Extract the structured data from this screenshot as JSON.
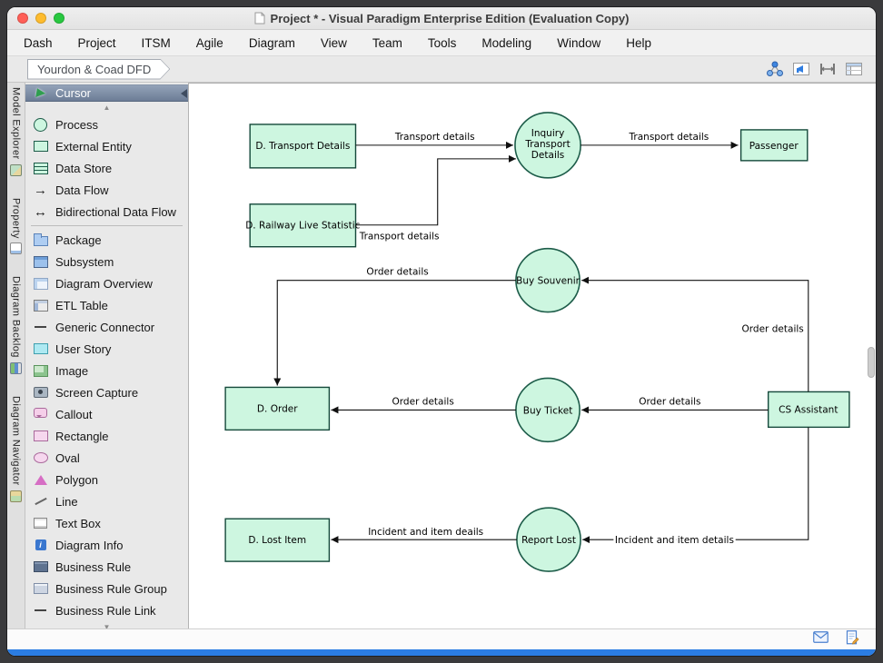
{
  "window": {
    "title": "Project * - Visual Paradigm Enterprise Edition (Evaluation Copy)"
  },
  "menu": {
    "items": [
      "Dash",
      "Project",
      "ITSM",
      "Agile",
      "Diagram",
      "View",
      "Team",
      "Tools",
      "Modeling",
      "Window",
      "Help"
    ]
  },
  "toolbar": {
    "breadcrumb": "Yourdon & Coad DFD",
    "icons": [
      "model-structure-icon",
      "announcement-panel-icon",
      "fit-width-icon",
      "table-panel-icon"
    ]
  },
  "side_tabs": [
    {
      "label": "Model Explorer",
      "icon": "model-explorer-icon"
    },
    {
      "label": "Property",
      "icon": "property-icon"
    },
    {
      "label": "Diagram Backlog",
      "icon": "diagram-backlog-icon"
    },
    {
      "label": "Diagram Navigator",
      "icon": "diagram-navigator-icon"
    }
  ],
  "palette": {
    "selected": "Cursor",
    "items": [
      {
        "key": "cursor",
        "label": "Cursor"
      },
      {
        "key": "process",
        "label": "Process"
      },
      {
        "key": "external-entity",
        "label": "External Entity"
      },
      {
        "key": "data-store",
        "label": "Data Store"
      },
      {
        "key": "data-flow",
        "label": "Data Flow"
      },
      {
        "key": "bidirectional-data-flow",
        "label": "Bidirectional Data Flow"
      },
      {
        "key": "package",
        "label": "Package"
      },
      {
        "key": "subsystem",
        "label": "Subsystem"
      },
      {
        "key": "diagram-overview",
        "label": "Diagram Overview"
      },
      {
        "key": "etl-table",
        "label": "ETL Table"
      },
      {
        "key": "generic-connector",
        "label": "Generic Connector"
      },
      {
        "key": "user-story",
        "label": "User Story"
      },
      {
        "key": "image",
        "label": "Image"
      },
      {
        "key": "screen-capture",
        "label": "Screen Capture"
      },
      {
        "key": "callout",
        "label": "Callout"
      },
      {
        "key": "rectangle",
        "label": "Rectangle"
      },
      {
        "key": "oval",
        "label": "Oval"
      },
      {
        "key": "polygon",
        "label": "Polygon"
      },
      {
        "key": "line",
        "label": "Line"
      },
      {
        "key": "text-box",
        "label": "Text Box"
      },
      {
        "key": "diagram-info",
        "label": "Diagram Info"
      },
      {
        "key": "business-rule",
        "label": "Business Rule"
      },
      {
        "key": "business-rule-group",
        "label": "Business Rule Group"
      },
      {
        "key": "business-rule-link",
        "label": "Business Rule Link"
      }
    ]
  },
  "diagram": {
    "nodes": {
      "transport_store": "D. Transport Details",
      "railway_store": "D. Railway Live Statistic",
      "inquiry": {
        "l1": "Inquiry",
        "l2": "Transport",
        "l3": "Details"
      },
      "passenger": "Passenger",
      "buy_souvenir": "Buy Souvenir",
      "order_store": "D. Order",
      "buy_ticket": "Buy Ticket",
      "cs_assistant": "CS Assistant",
      "report_lost": "Report Lost",
      "lost_item_store": "D. Lost Item"
    },
    "edges": {
      "transport_in": "Transport details",
      "transport_out": "Transport details",
      "railway": "Transport details",
      "souvenir_order": "Order details",
      "cs_souvenir": "Order details",
      "cs_ticket": "Order details",
      "ticket_order": "Order details",
      "cs_report": "Incident and item details",
      "report_lost_item": "Incident and item deails"
    }
  },
  "statusbar": {
    "icons": [
      "mail-icon",
      "note-edit-icon"
    ]
  },
  "colors": {
    "accent_blue": "#2b7de3",
    "node_fill": "#cdf6e0",
    "node_border": "#1d5c49",
    "selected_row_top": "#93a2b8",
    "selected_row_bottom": "#6c7d96"
  }
}
